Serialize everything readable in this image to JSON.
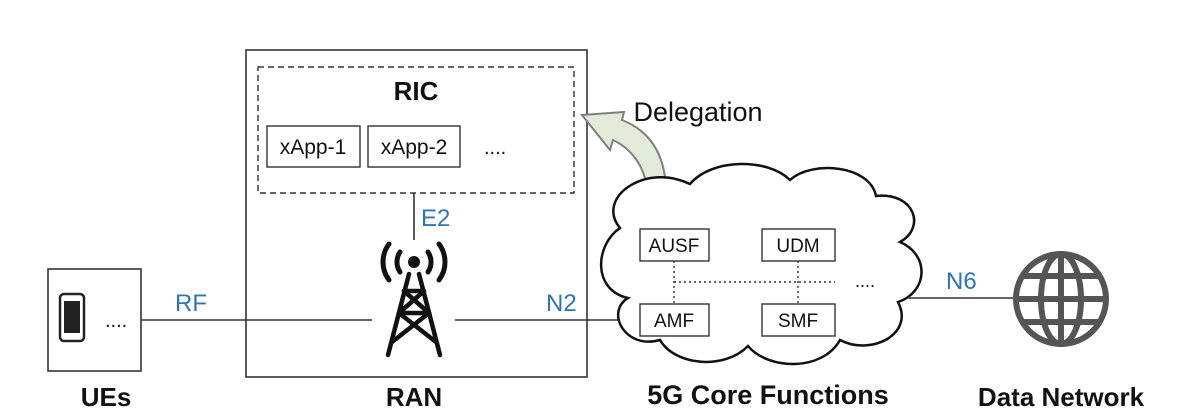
{
  "ran": {
    "label": "RAN",
    "ric": {
      "title": "RIC",
      "xapps": [
        "xApp-1",
        "xApp-2"
      ],
      "more": "...."
    },
    "e2_label": "E2"
  },
  "ues": {
    "label": "UEs",
    "more": "...."
  },
  "links": {
    "rf": "RF",
    "n2": "N2",
    "n6": "N6"
  },
  "delegation": "Delegation",
  "core": {
    "label": "5G Core Functions",
    "functions": [
      "AUSF",
      "UDM",
      "AMF",
      "SMF"
    ],
    "more": "...."
  },
  "data_network": {
    "label": "Data Network"
  },
  "colors": {
    "link_label": "#2e75b6",
    "arrow_fill": "#e2ebd9",
    "arrow_stroke": "#7f7f7f",
    "line": "#333333"
  }
}
